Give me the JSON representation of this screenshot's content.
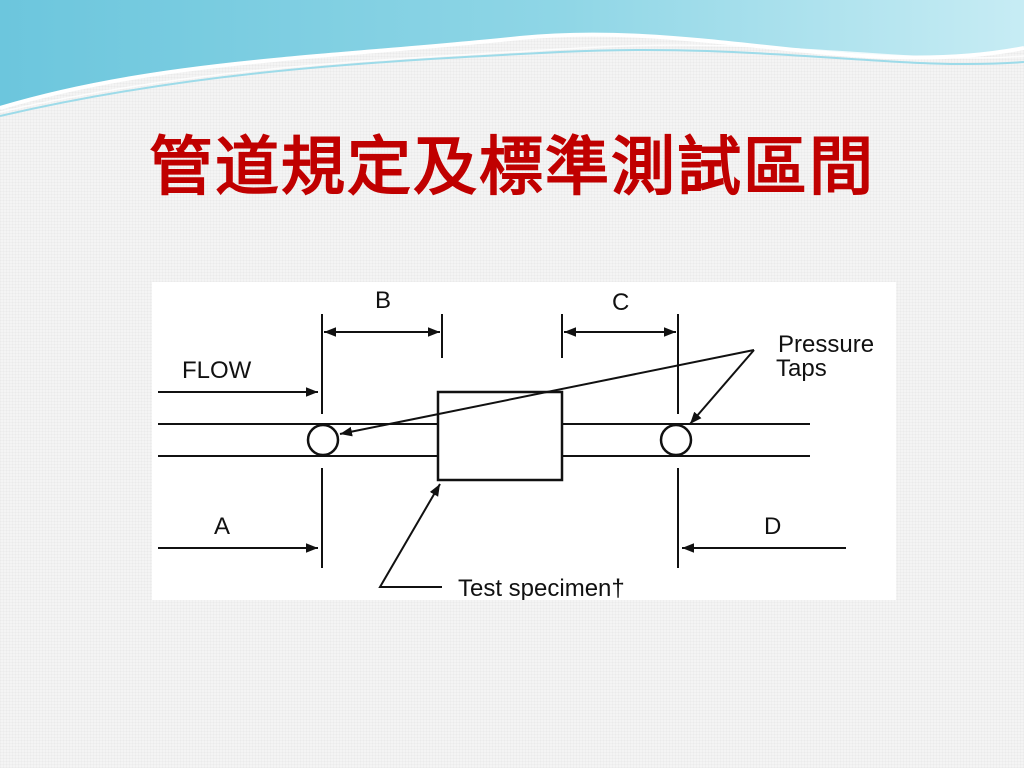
{
  "slide": {
    "title": "管道規定及標準測試區間"
  },
  "diagram": {
    "labels": {
      "flow": "FLOW",
      "b": "B",
      "c": "C",
      "pressure_line1": "Pressure",
      "pressure_line2": "Taps",
      "a": "A",
      "d": "D",
      "test_specimen": "Test specimen†"
    }
  },
  "colors": {
    "title": "#c00000",
    "wave_dark": "#7ccde0",
    "wave_light": "#bfe7f1",
    "line": "#111111"
  }
}
